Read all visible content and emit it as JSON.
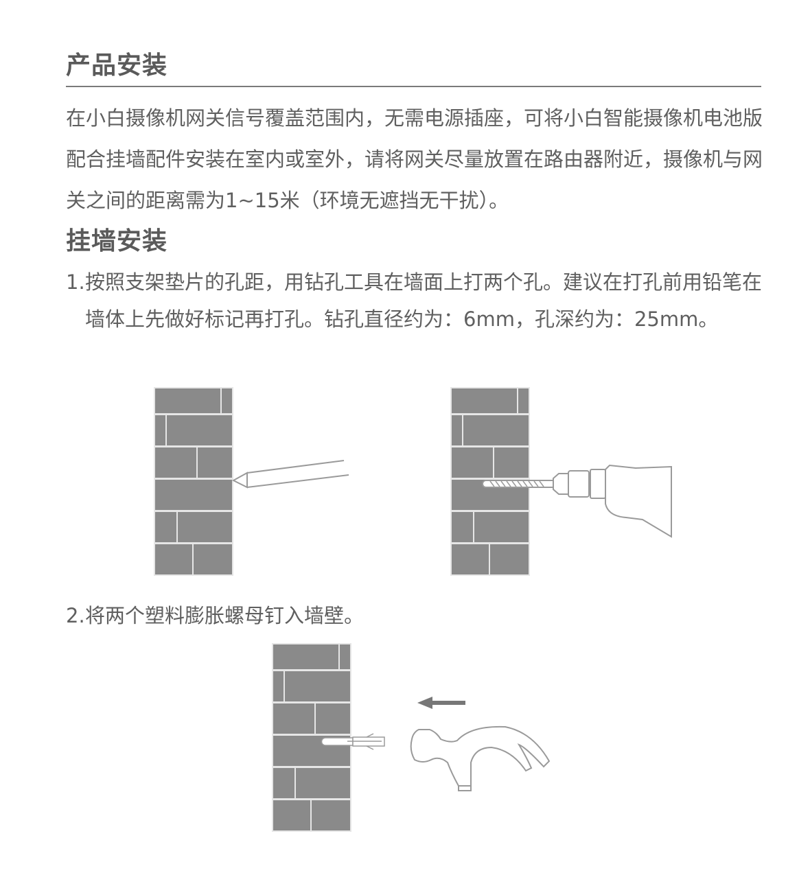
{
  "section_title": "产品安装",
  "intro": "在小白摄像机网关信号覆盖范围内，无需电源插座，可将小白智能摄像机电池版配合挂墙配件安装在室内或室外，请将网关尽量放置在路由器附近，摄像机与网关之间的距离需为1~15米（环境无遮挡无干扰）。",
  "subsection_title": "挂墙安装",
  "steps": [
    {
      "number": "1.",
      "text": "按照支架垫片的孔距，用钻孔工具在墙面上打两个孔。建议在打孔前用铅笔在墙体上先做好标记再打孔。钻孔直径约为：6mm，孔深约为：25mm。"
    },
    {
      "number": "2.",
      "text": "将两个塑料膨胀螺母钉入墙壁。"
    }
  ],
  "figures": {
    "fig1": "brick-wall-pencil-marking",
    "fig2": "brick-wall-drill",
    "fig3": "brick-wall-anchor-hammer"
  },
  "colors": {
    "wall": "#8a8a8a",
    "line": "#9a9a9a",
    "text": "#5f5f5f"
  }
}
